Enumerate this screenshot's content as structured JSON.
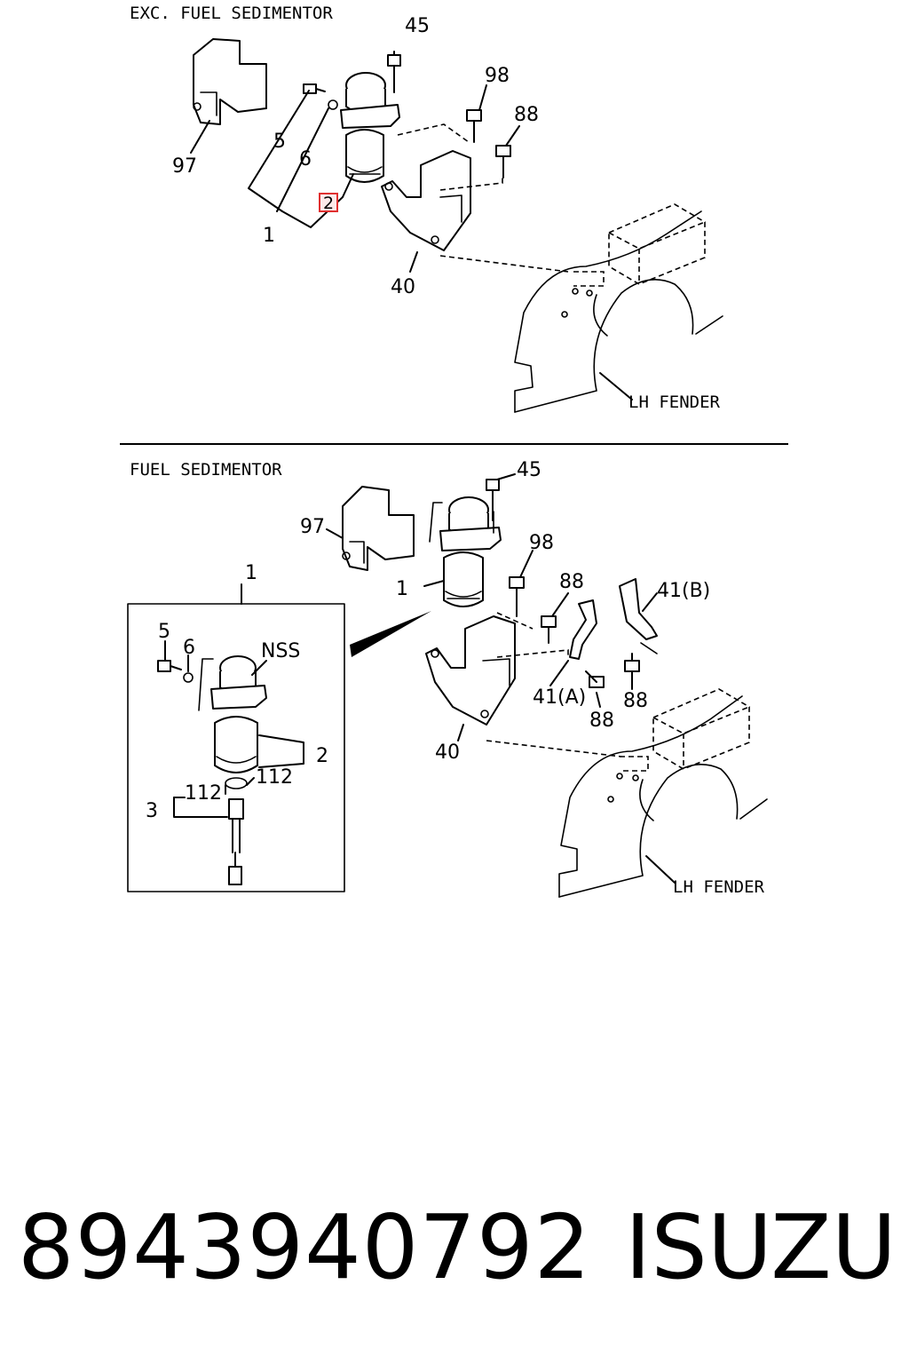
{
  "top": {
    "title": "EXC. FUEL SEDIMENTOR",
    "callouts": [
      "45",
      "98",
      "88",
      "5",
      "6",
      "97",
      "1",
      "2",
      "40"
    ],
    "fender_label": "LH FENDER"
  },
  "bottom": {
    "title": "FUEL SEDIMENTOR",
    "callouts": [
      "45",
      "97",
      "98",
      "88",
      "1",
      "40",
      "88",
      "88"
    ],
    "bracket_a": "41(A)",
    "bracket_b": "41(B)",
    "fender_label": "LH FENDER",
    "detail": {
      "title": "1",
      "callouts": [
        "5",
        "6",
        "NSS",
        "2",
        "112",
        "112",
        "3"
      ]
    }
  },
  "footer": {
    "part_number": "8943940792",
    "brand": "ISUZU"
  }
}
